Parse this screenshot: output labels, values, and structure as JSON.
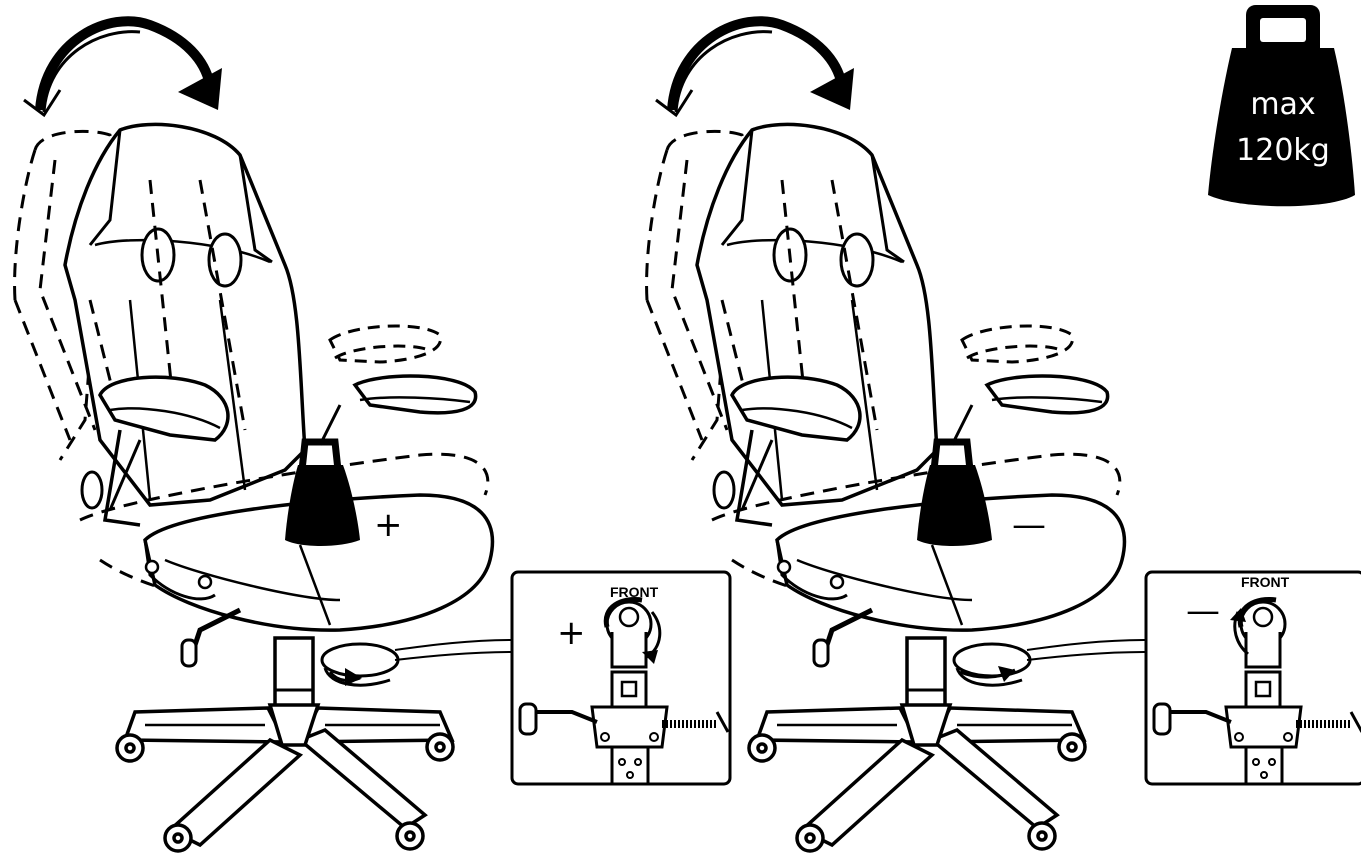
{
  "weight_badge": {
    "line1": "max",
    "line2": "120kg"
  },
  "panels": [
    {
      "id": "increase",
      "sign": "+",
      "inset_title": "FRONT",
      "inset_sign": "+"
    },
    {
      "id": "decrease",
      "sign": "—",
      "inset_title": "FRONT",
      "inset_sign": "—"
    }
  ],
  "colors": {
    "ink": "#000000",
    "paper": "#ffffff"
  }
}
